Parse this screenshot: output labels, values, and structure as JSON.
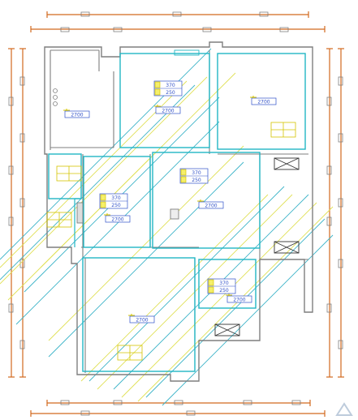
{
  "plan": {
    "colors": {
      "dimension": "#d2691e",
      "wall": "#7f7f7f",
      "room_border": "#22b7c4",
      "tag": "#d4c400",
      "tag_text": "#3050c8",
      "diagonal_yellow": "#e0e055",
      "diagonal_cyan": "#3cb4c8",
      "hatch": "#333333"
    },
    "room_tags": [
      {
        "label": "2700",
        "id": "tag-top-left-room"
      },
      {
        "label": "2700",
        "id": "tag-upper-center-room"
      },
      {
        "label": "2700",
        "id": "tag-upper-right-room"
      },
      {
        "label": "2700",
        "id": "tag-center-room"
      },
      {
        "label": "2700",
        "id": "tag-left-middle-room"
      },
      {
        "label": "2700",
        "id": "tag-lower-right-room"
      },
      {
        "label": "2700",
        "id": "tag-bottom-left-room"
      }
    ],
    "window_tags": [
      {
        "ch": "370",
        "w": "250",
        "id": "window-tag-upper-center"
      },
      {
        "ch": "370",
        "w": "250",
        "id": "window-tag-center"
      },
      {
        "ch": "370",
        "w": "250",
        "id": "window-tag-left-middle"
      },
      {
        "ch": "370",
        "w": "250",
        "id": "window-tag-lower-right"
      }
    ]
  }
}
